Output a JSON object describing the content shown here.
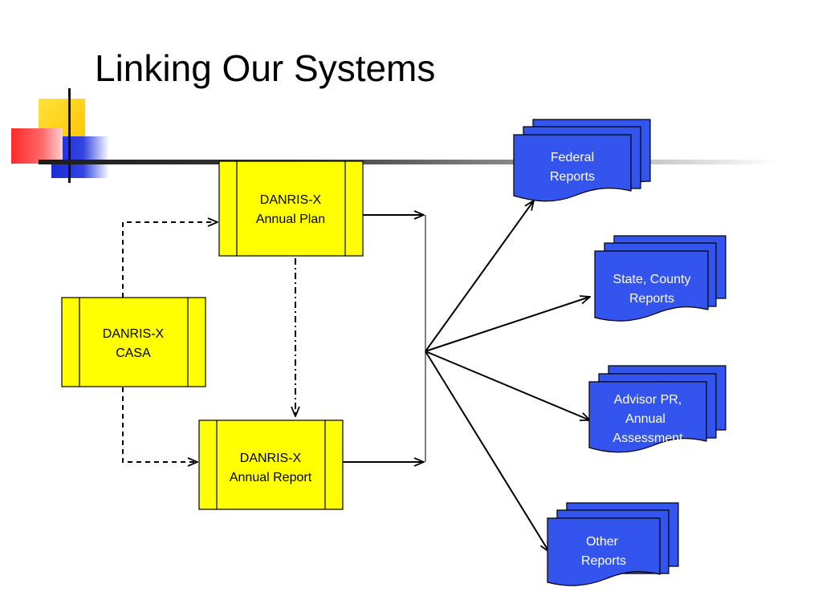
{
  "slide": {
    "title": "Linking Our Systems"
  },
  "colors": {
    "process_fill": "#ffff00",
    "document_fill": "#3355ee",
    "accent_yellow": "#ffd11a",
    "accent_red": "#ff3333",
    "accent_blue": "#2233cc"
  },
  "processes": {
    "annual_plan": {
      "line1": "DANRIS-X",
      "line2": "Annual Plan"
    },
    "casa": {
      "line1": "DANRIS-X",
      "line2": "CASA"
    },
    "annual_report": {
      "line1": "DANRIS-X",
      "line2": "Annual Report"
    }
  },
  "documents": {
    "federal": {
      "line1": "Federal",
      "line2": "Reports"
    },
    "state_county": {
      "line1": "State, County",
      "line2": "Reports"
    },
    "advisor": {
      "line1": "Advisor PR,",
      "line2": "Annual",
      "line3": "Assessment"
    },
    "other": {
      "line1": "Other",
      "line2": "Reports"
    }
  }
}
